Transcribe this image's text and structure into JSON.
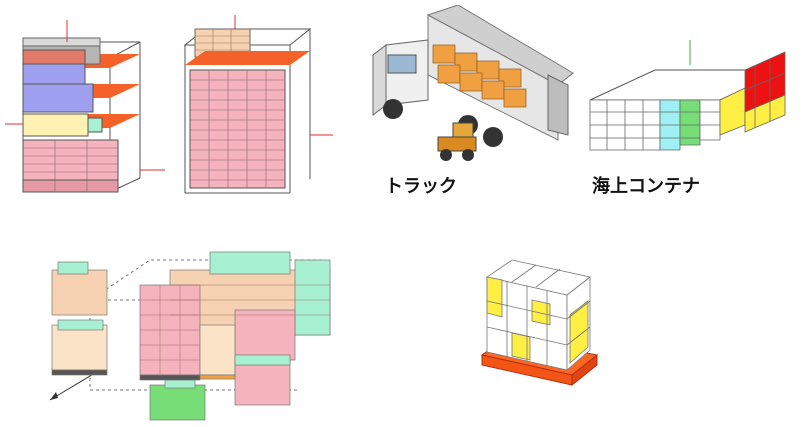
{
  "captions": {
    "truck": "トラック",
    "container": "海上コンテナ"
  },
  "colors": {
    "pink": "#f4b3bd",
    "peach": "#f7d2b2",
    "lavender": "#9f9ff0",
    "light_yellow": "#fff2b2",
    "mint": "#a8f0d2",
    "green": "#77dd77",
    "cyan": "#9ff0f5",
    "yellow": "#ffee44",
    "red": "#ee1111",
    "orange_shelf": "#ff6622",
    "gray": "#9e9e9e"
  },
  "icons": [
    "rack-loading-illustration",
    "pallet-stack-illustration",
    "truck-illustration",
    "sea-container-illustration",
    "warehouse-stacking-illustration",
    "palletized-cartons-illustration"
  ]
}
